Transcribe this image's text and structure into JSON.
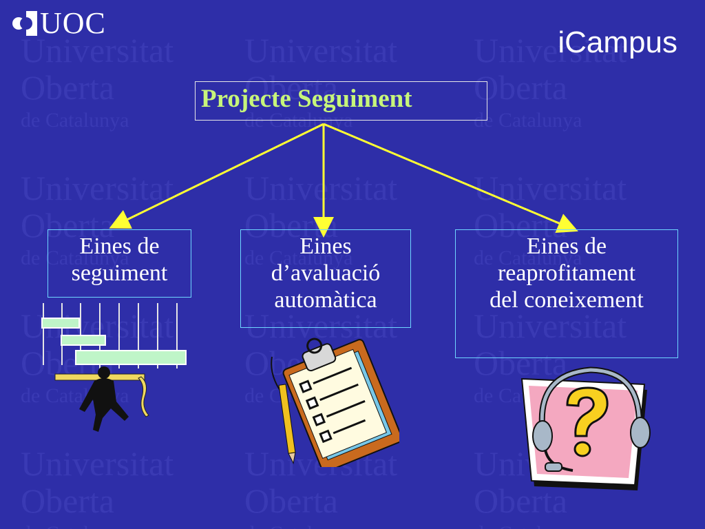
{
  "header": {
    "logo_text": "UOC",
    "app_title": "iCampus"
  },
  "watermark_words": [
    "Universitat",
    "Oberta",
    "de Catalunya"
  ],
  "diagram": {
    "root": "Projecte Seguiment",
    "children": [
      {
        "lines": [
          "Eines de",
          "seguiment"
        ]
      },
      {
        "lines": [
          "Eines",
          "d’avaluació",
          "automàtica"
        ]
      },
      {
        "lines": [
          "Eines de",
          "reaprofitament",
          "del coneixement"
        ]
      }
    ]
  },
  "colors": {
    "background": "#2e2ea8",
    "connector": "#ffff33",
    "box_border": "#6fd7ff",
    "root_text": "#c7f57a",
    "watermark": "#3a3ab4"
  },
  "illustrations": [
    "gantt-chart-person-icon",
    "clipboard-checklist-icon",
    "headset-question-icon"
  ]
}
